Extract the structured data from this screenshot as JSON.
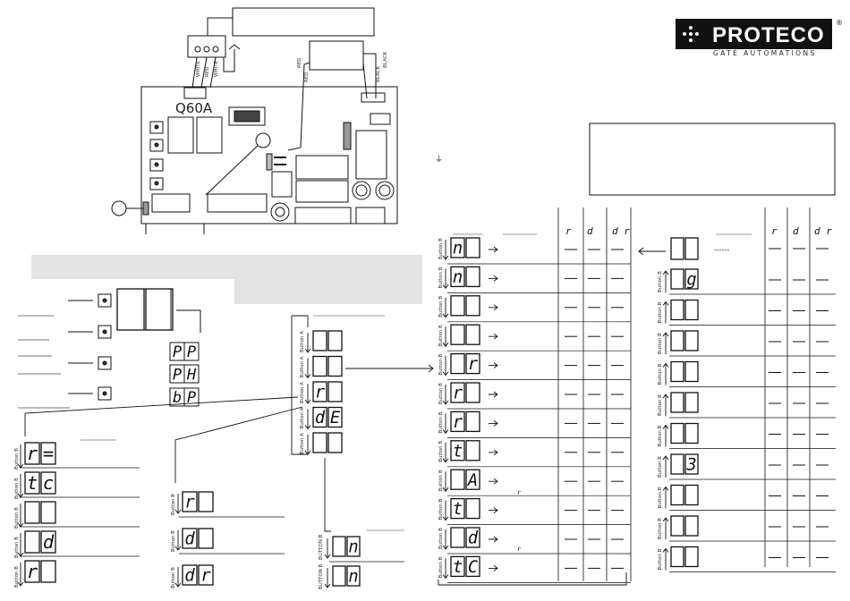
{
  "brand": {
    "name": "PROTECO",
    "registered": "®",
    "tagline": "GATE AUTOMATIONS"
  },
  "board": {
    "model": "Q60A"
  },
  "wires": {
    "w1": "WHITE",
    "w2": "RED",
    "w3": "WHITE",
    "red_left": "RED",
    "red_left2": "RED",
    "black_right": "BLACK",
    "black_right2": "BLACK"
  },
  "left_menu": {
    "button_b": "Button B",
    "display_top": [
      "",
      ""
    ],
    "items": [
      [
        "r",
        "="
      ],
      [
        "t",
        "c"
      ],
      [
        "",
        ""
      ],
      [
        "",
        "d"
      ],
      [
        "r",
        ""
      ]
    ]
  },
  "mid_menu": {
    "button_b": "Button B",
    "items": [
      [
        "r",
        ""
      ],
      [
        "d",
        ""
      ],
      [
        "d",
        "r"
      ]
    ]
  },
  "centre_menu": {
    "button_a": "Button A",
    "button_a_b": "Button A  BUTTON B",
    "items": [
      [
        "",
        ""
      ],
      [
        "",
        ""
      ],
      [
        "r",
        ""
      ],
      [
        "d",
        "E"
      ],
      [
        "",
        ""
      ]
    ]
  },
  "far_menu": {
    "button_b": "BUTTON B",
    "items": [
      [
        "",
        "n"
      ],
      [
        "",
        "n"
      ]
    ]
  },
  "mode_glyphs": [
    [
      "P",
      "P"
    ],
    [
      "P",
      "H"
    ],
    [
      "b",
      "P"
    ]
  ],
  "right_table": {
    "headers": [
      "r",
      "d",
      "d r"
    ],
    "button_b": "Button B",
    "rows": [
      [
        "n",
        ""
      ],
      [
        "n",
        ""
      ],
      [
        "",
        ""
      ],
      [
        "",
        ""
      ],
      [
        "",
        "r"
      ],
      [
        "r",
        ""
      ],
      [
        "r",
        ""
      ],
      [
        "t",
        ""
      ],
      [
        "",
        "A"
      ],
      [
        "t",
        ""
      ],
      [
        "",
        "d"
      ],
      [
        "t",
        "C"
      ]
    ],
    "small_r": "r"
  },
  "far_table": {
    "headers": [
      "r",
      "d",
      "d r"
    ],
    "button_b": "Button B",
    "top": [
      "",
      ""
    ],
    "dashes": "------",
    "rows": [
      [
        "",
        "g"
      ],
      [
        "",
        ""
      ],
      [
        "",
        ""
      ],
      [
        "",
        ""
      ],
      [
        "",
        ""
      ],
      [
        "",
        ""
      ],
      [
        "",
        "3"
      ],
      [
        "",
        ""
      ],
      [
        "",
        ""
      ],
      [
        "",
        ""
      ]
    ]
  }
}
